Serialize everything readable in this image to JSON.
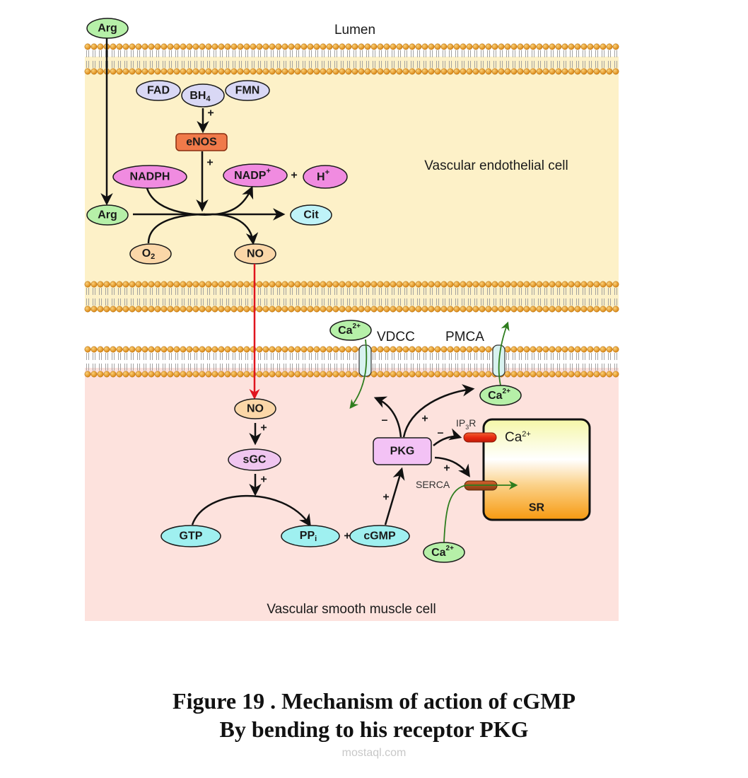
{
  "regions": {
    "lumen": "Lumen",
    "endothelial": "Vascular endothelial cell",
    "smooth_muscle": "Vascular smooth muscle cell"
  },
  "colors": {
    "endothelial_bg": "#fdf1c8",
    "smooth_muscle_bg": "#fde2dd",
    "lipid_head": "#e8961e",
    "arg_fill": "#b6f0a8",
    "cofactor_fill": "#d9d8f5",
    "enos_fill": "#f07a4a",
    "nadph_fill": "#f08be0",
    "cit_fill": "#bff3f8",
    "no_fill": "#fbd7a8",
    "sgc_fill": "#f0c6f0",
    "gtp_fill": "#9ff0f0",
    "pkg_fill": "#f3c2f5",
    "ca_fill": "#b6f0a8",
    "no_transfer_arrow": "#e0141e",
    "ca_flow_arrow": "#2e7d1e"
  },
  "endothelial_nodes": {
    "arg_top": "Arg",
    "fad": "FAD",
    "bh4": "BH",
    "bh4_sub": "4",
    "fmn": "FMN",
    "enos": "eNOS",
    "nadph": "NADPH",
    "nadp": "NADP",
    "nadp_sup": "+",
    "h": "H",
    "h_sup": "+",
    "arg": "Arg",
    "cit": "Cit",
    "o2": "O",
    "o2_sub": "2",
    "no": "NO"
  },
  "smooth_muscle_nodes": {
    "no": "NO",
    "sgc": "sGC",
    "gtp": "GTP",
    "ppi": "PP",
    "ppi_sub": "i",
    "cgmp": "cGMP",
    "pkg": "PKG",
    "ca_vdcc": "Ca",
    "ca_pmca": "Ca",
    "ca_serca": "Ca",
    "ca_sup": "2+",
    "sr": "SR",
    "sr_ca": "Ca",
    "sr_ca_sup": "2+"
  },
  "channels": {
    "vdcc": "VDCC",
    "pmca": "PMCA",
    "ip3r": "IP",
    "ip3r_sub": "3",
    "ip3r_tail": "R",
    "serca": "SERCA"
  },
  "signs": {
    "plus": "+",
    "minus": "–"
  },
  "caption": {
    "line1": "Figure 19 . Mechanism of action of cGMP",
    "line2": "By bending to his receptor PKG"
  },
  "watermark": "mostaql.com"
}
